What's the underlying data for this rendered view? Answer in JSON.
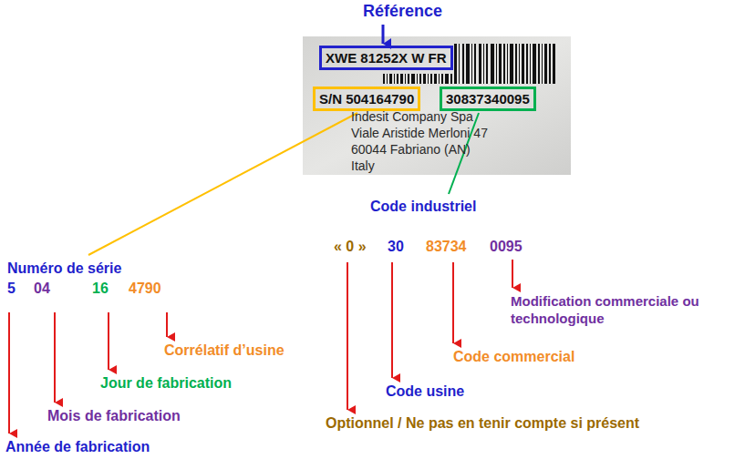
{
  "diagram": {
    "nodes": [
      {
        "text": [
          "Indesit Company Spa",
          "Viale Aristide Merloni 47",
          "60044 Fabriano (AN)",
          "Italy"
        ]
      },
      {
        "text": [
          "XWE 81252X W FR"
        ],
        "in": 0
      },
      {
        "text": [
          "S/N 504164790"
        ],
        "in": 0
      },
      {
        "text": [
          "30837340095"
        ],
        "in": 0
      }
    ],
    "labels": [
      "Référence",
      "Code industriel",
      "Numéro de série",
      "5",
      "04",
      "16",
      "4790",
      "Corrélatif d’usine",
      "Jour de fabrication",
      "Mois de fabrication",
      "Année de fabrication",
      "« 0 »",
      "30",
      "83734",
      "0095",
      "Modification commerciale ou technologique",
      "Code commercial",
      "Code usine",
      "Optionnel / Ne pas en tenir compte si présent"
    ]
  }
}
